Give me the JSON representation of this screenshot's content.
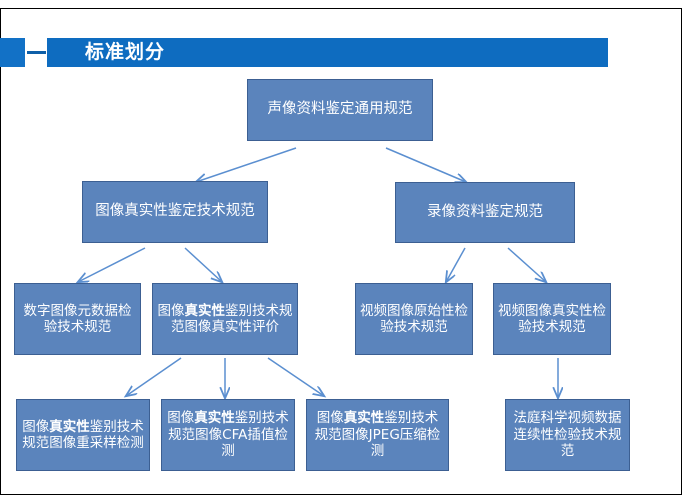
{
  "slide": {
    "title": "标准划分",
    "accent_color": "#0E6CC0",
    "node_fill": "#5B84BC",
    "node_border": "#3C5F92",
    "arrow_color": "#5B8FD0"
  },
  "nodes": {
    "root": {
      "text": "声像资料鉴定通用规范"
    },
    "level2_left": {
      "text": "图像真实性鉴定技术规范"
    },
    "level2_right": {
      "text": "录像资料鉴定规范"
    },
    "level3_a": {
      "text": "数字图像元数据检验技术规范"
    },
    "level3_b": {
      "prefix": "图像",
      "bold": "真实性",
      "suffix": "鉴别技术规范图像真实性评价"
    },
    "level3_c": {
      "text": "视频图像原始性检验技术规范"
    },
    "level3_d": {
      "text": "视频图像真实性检验技术规范"
    },
    "level4_a": {
      "prefix": "图像",
      "bold": "真实性",
      "suffix": "鉴别技术规范图像重采样检测"
    },
    "level4_b": {
      "prefix": "图像",
      "bold": "真实性",
      "suffix": "鉴别技术规范图像CFA插值检测"
    },
    "level4_c": {
      "prefix": "图像",
      "bold": "真实性",
      "suffix": "鉴别技术规范图像JPEG压缩检测"
    },
    "level4_d": {
      "text": "法庭科学视频数据连续性检验技术规范"
    }
  }
}
